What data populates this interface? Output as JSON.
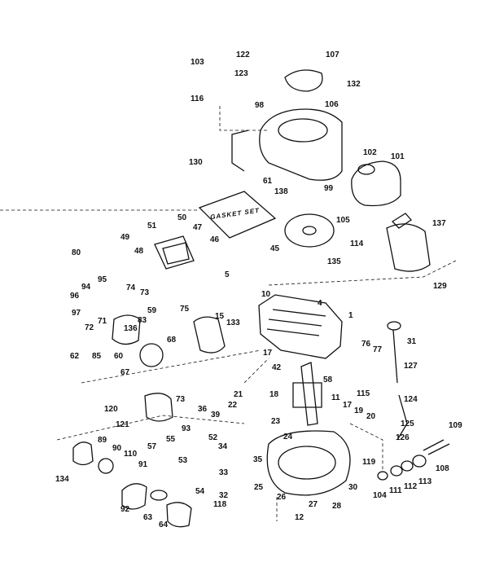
{
  "gasket_set": "GASKET SET",
  "labels": [
    "122",
    "103",
    "123",
    "116",
    "107",
    "132",
    "106",
    "98",
    "130",
    "102",
    "101",
    "61",
    "99",
    "138",
    "105",
    "114",
    "137",
    "50",
    "51",
    "49",
    "47",
    "48",
    "46",
    "80",
    "45",
    "135",
    "95",
    "74",
    "73",
    "5",
    "94",
    "96",
    "59",
    "10",
    "4",
    "129",
    "97",
    "72",
    "71",
    "75",
    "83",
    "15",
    "133",
    "1",
    "136",
    "68",
    "62",
    "85",
    "60",
    "67",
    "31",
    "77",
    "76",
    "42",
    "127",
    "17",
    "58",
    "115",
    "124",
    "21",
    "18",
    "22",
    "11",
    "120",
    "73",
    "36",
    "39",
    "23",
    "17",
    "19",
    "20",
    "125",
    "121",
    "93",
    "55",
    "57",
    "52",
    "34",
    "35",
    "24",
    "126",
    "109",
    "89",
    "90",
    "110",
    "53",
    "33",
    "91",
    "119",
    "108",
    "134",
    "54",
    "32",
    "25",
    "30",
    "104",
    "111",
    "112",
    "113",
    "92",
    "63",
    "118",
    "26",
    "27",
    "28",
    "64",
    "12"
  ]
}
